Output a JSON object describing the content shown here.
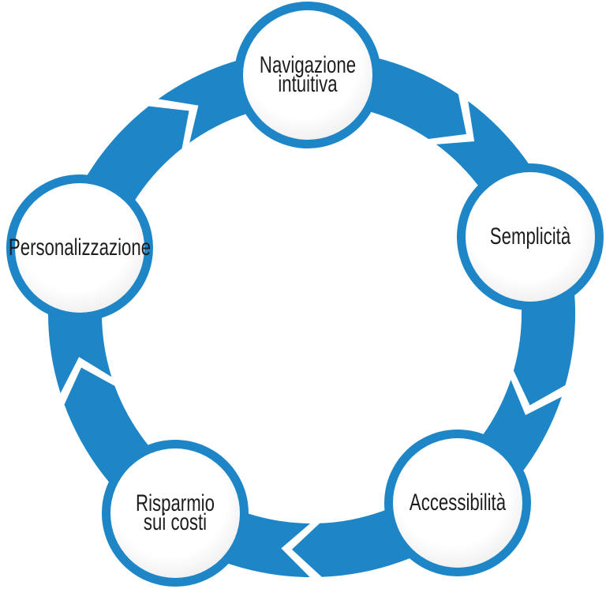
{
  "diagram": {
    "type": "cycle-diagram",
    "direction": "clockwise",
    "nodes": [
      {
        "id": "navigazione-intuitiva",
        "label": "Navigazione intuitiva",
        "lines": [
          "Navigazione",
          "intuitiva"
        ]
      },
      {
        "id": "semplicita",
        "label": "Semplicità",
        "lines": [
          "Semplicità"
        ]
      },
      {
        "id": "accessibilita",
        "label": "Accessibilità",
        "lines": [
          "Accessibilità"
        ]
      },
      {
        "id": "risparmio-sui-costi",
        "label": "Risparmio sui costi",
        "lines": [
          "Risparmio",
          "sui costi"
        ]
      },
      {
        "id": "personalizzazione",
        "label": "Personalizzazione",
        "lines": [
          "Personalizzazione"
        ]
      }
    ]
  },
  "colors": {
    "ring_blue": "#1e86c7",
    "node_border_blue": "#1e86c7",
    "node_fill_center": "#ffffff",
    "node_fill_edge": "#e7e7e7",
    "text": "#1d1d1f",
    "background": "#ffffff"
  }
}
